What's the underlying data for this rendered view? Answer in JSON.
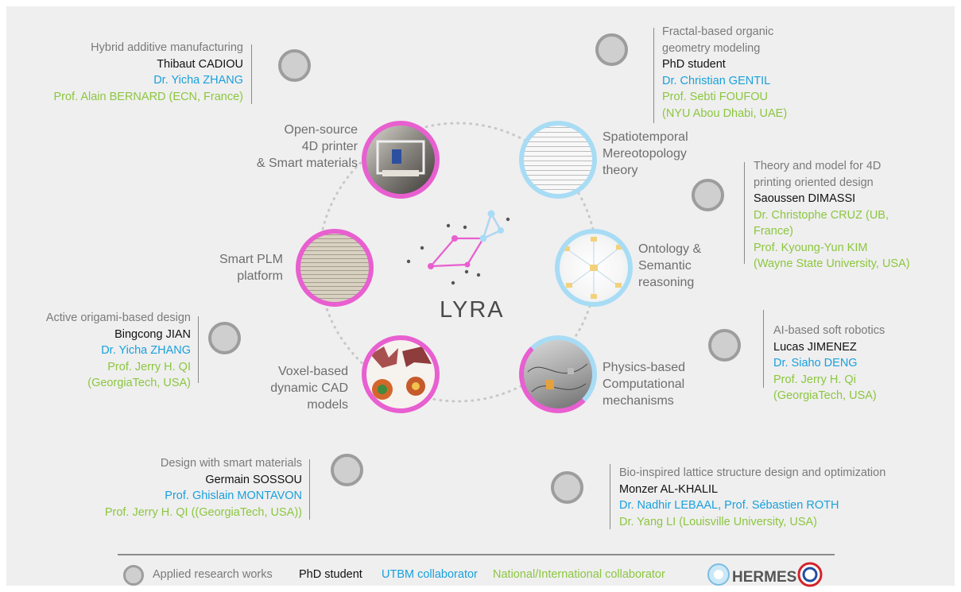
{
  "center": {
    "label": "LYRA"
  },
  "topics": {
    "printer": {
      "line1": "Open-source",
      "line2": "4D printer",
      "line3": "& Smart materials"
    },
    "mereotopology": {
      "line1": "Spatiotemporal",
      "line2": "Mereotopology",
      "line3": "theory"
    },
    "plm": {
      "line1": "Smart PLM",
      "line2": "platform"
    },
    "ontology": {
      "line1": "Ontology &",
      "line2": "Semantic",
      "line3": "reasoning"
    },
    "voxel": {
      "line1": "Voxel-based",
      "line2": "dynamic CAD",
      "line3": "models"
    },
    "physics": {
      "line1": "Physics-based",
      "line2": "Computational",
      "line3": "mechanisms"
    }
  },
  "works": {
    "hybrid": {
      "title": "Hybrid additive manufacturing",
      "student": "Thibaut CADIOU",
      "utbm": "Dr. Yicha ZHANG",
      "national": "Prof. Alain BERNARD (ECN, France)"
    },
    "fractal": {
      "title1": "Fractal-based organic",
      "title2": "geometry modeling",
      "student": "PhD student",
      "utbm": "Dr. Christian GENTIL",
      "national1": "Prof. Sebti FOUFOU",
      "national2": "(NYU Abou Dhabi, UAE)"
    },
    "theory": {
      "title1": "Theory and model for 4D",
      "title2": "printing oriented design",
      "student": "Saoussen DIMASSI",
      "national1": "Dr. Christophe CRUZ (UB,",
      "national2": "France)",
      "national3": "Prof. Kyoung-Yun KIM",
      "national4": "(Wayne State University, USA)"
    },
    "origami": {
      "title": "Active origami-based design",
      "student": "Bingcong JIAN",
      "utbm": "Dr. Yicha ZHANG",
      "national1": "Prof. Jerry H. QI",
      "national2": "(GeorgiaTech, USA)"
    },
    "robotics": {
      "title": "AI-based soft robotics",
      "student": "Lucas JIMENEZ",
      "utbm": "Dr. Siaho DENG",
      "national1": "Prof. Jerry H. Qi",
      "national2": "(GeorgiaTech, USA)"
    },
    "smart": {
      "title": "Design with smart materials",
      "student": "Germain SOSSOU",
      "utbm": "Prof. Ghislain MONTAVON",
      "national": "Prof. Jerry H. QI ((GeorgiaTech, USA))"
    },
    "lattice": {
      "title": "Bio-inspired lattice structure design and optimization",
      "student": "Monzer AL-KHALIL",
      "utbm": "Dr. Nadhir LEBAAL, Prof. Sébastien ROTH",
      "national": "Dr. Yang LI (Louisville University, USA)"
    }
  },
  "legend": {
    "applied": "Applied research works",
    "phd": "PhD student",
    "utbm": "UTBM collaborator",
    "national": "National/International collaborator",
    "logo_text": "HERMES"
  },
  "colors": {
    "student": "#111111",
    "utbm": "#1aa0dc",
    "national": "#8cc63f",
    "pink": "#e85fd0",
    "cyan": "#a8dcf5"
  }
}
